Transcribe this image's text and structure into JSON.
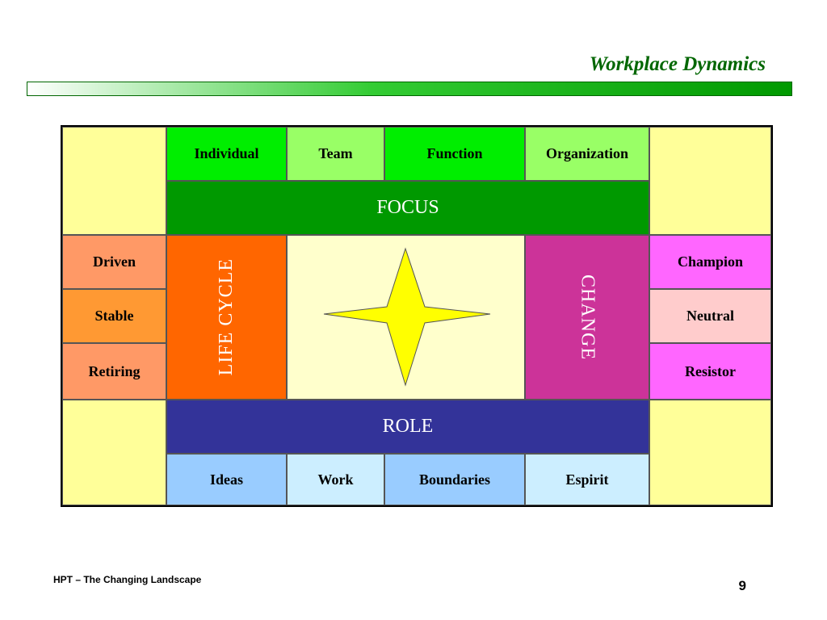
{
  "slide": {
    "title": "Workplace Dynamics",
    "footer_text": "HPT – The Changing Landscape",
    "page_number": "9"
  },
  "focus": {
    "label": "FOCUS",
    "items": [
      "Individual",
      "Team",
      "Function",
      "Organization"
    ]
  },
  "role": {
    "label": "ROLE",
    "items": [
      "Ideas",
      "Work",
      "Boundaries",
      "Espirit"
    ]
  },
  "life_cycle": {
    "label": "LIFE CYCLE",
    "items": [
      "Driven",
      "Stable",
      "Retiring"
    ]
  },
  "change": {
    "label": "CHANGE",
    "items": [
      "Champion",
      "Neutral",
      "Resistor"
    ]
  },
  "colors": {
    "title_green": "#006600",
    "corner_yellow": "#ffff99",
    "center_yellow": "#ffffcc",
    "focus_bar": "#009900",
    "focus_bright": "#00ee00",
    "focus_light": "#99ff66",
    "role_bar": "#333399",
    "role_light": "#99ccff",
    "role_pale": "#cceeff",
    "life_cycle_orange": "#ff6600",
    "life_cycle_peach": "#ff9966",
    "life_cycle_amber": "#ff9933",
    "change_magenta": "#cc3399",
    "change_pink": "#ff66ff",
    "change_pale_pink": "#ffcccc",
    "star_yellow": "#ffff00"
  },
  "icons": {
    "center": "four-point-star-icon"
  }
}
